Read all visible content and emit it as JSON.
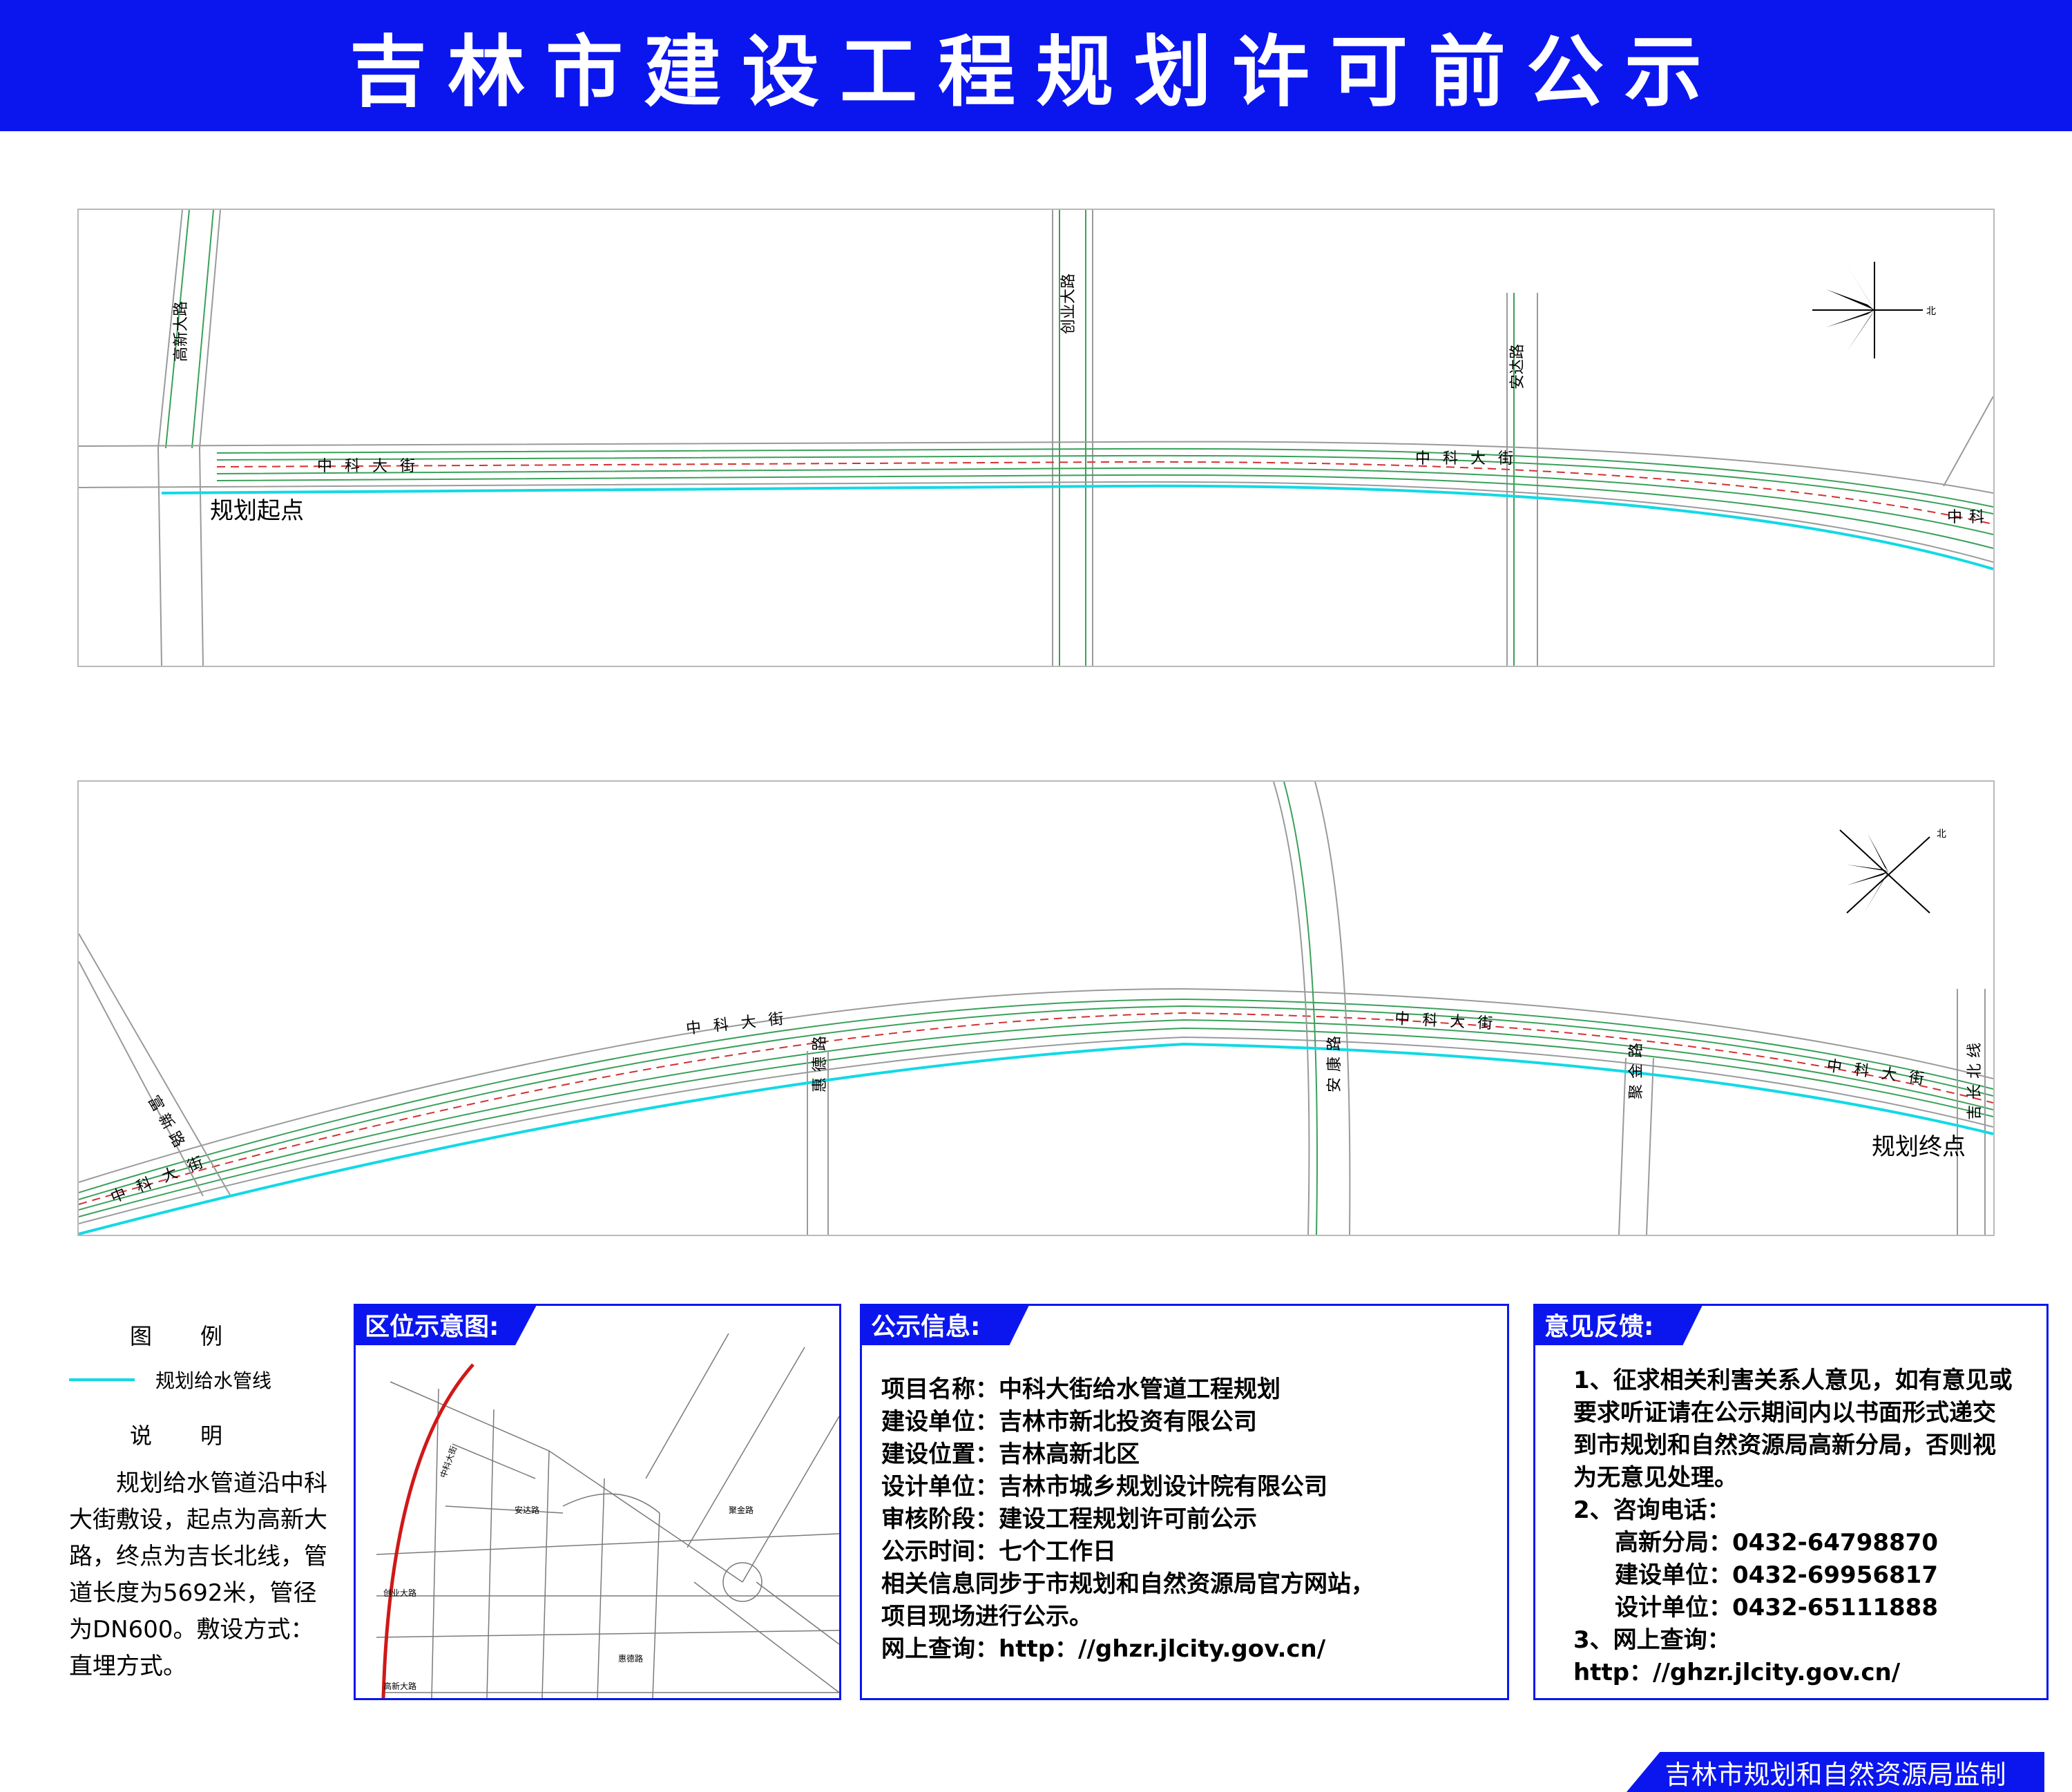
{
  "header": {
    "title": "吉林市建设工程规划许可前公示"
  },
  "map_top": {
    "labels": {
      "gaoxin": "高新大路",
      "chuangye": "创业大路",
      "anda": "安达路",
      "zhongke1": "中科大街",
      "zhongke2": "中科大街",
      "zhong_edge": "中科",
      "start": "规划起点"
    },
    "north_label": "北"
  },
  "map_bottom": {
    "labels": {
      "fuxin": "富新路",
      "zhongke1": "中科大街",
      "zhongke2": "中科大街",
      "zhongke3": "中科大街",
      "zhongke4": "中科大街",
      "huide": "惠德路",
      "ankang": "安康路",
      "jujin": "聚金路",
      "jichangbei": "吉长北线",
      "end": "规划终点"
    },
    "north_label": "北"
  },
  "legend": {
    "title": "图例",
    "item_label": "规划给水管线",
    "note_title": "说明",
    "description": "规划给水管道沿中科大街敷设，起点为高新大路，终点为吉长北线，管道长度为5692米，管径为DN600。敷设方式：直埋方式。",
    "line_color": "#12d9e5"
  },
  "location_map": {
    "title": "区位示意图:",
    "street_labels": [
      "中科大街",
      "创业大路",
      "高新大路",
      "安达路",
      "惠德路",
      "聚金路"
    ]
  },
  "info": {
    "title": "公示信息:",
    "lines": [
      "项目名称：中科大街给水管道工程规划",
      "建设单位：吉林市新北投资有限公司",
      "建设位置：吉林高新北区",
      "设计单位：吉林市城乡规划设计院有限公司",
      "审核阶段：建设工程规划许可前公示",
      "公示时间：七个工作日",
      "相关信息同步于市规划和自然资源局官方网站，",
      "项目现场进行公示。",
      "网上查询：http：//ghzr.jlcity.gov.cn/"
    ]
  },
  "feedback": {
    "title": "意见反馈:",
    "item1": "1、征求相关利害关系人意见，如有意见或要求听证请在公示期间内以书面形式递交到市规划和自然资源局高新分局，否则视为无意见处理。",
    "item2": "2、咨询电话：",
    "phones": [
      "高新分局：0432-64798870",
      "建设单位：0432-69956817",
      "设计单位：0432-65111888"
    ],
    "item3": "3、网上查询：",
    "url": "http：//ghzr.jlcity.gov.cn/"
  },
  "footer": {
    "text": "吉林市规划和自然资源局监制"
  },
  "colors": {
    "brand_blue": "#0b16ef",
    "pipe_cyan": "#12d9e5",
    "road_gray": "#9a9a9a",
    "road_green": "#3aa05a",
    "road_red": "#d23232"
  }
}
